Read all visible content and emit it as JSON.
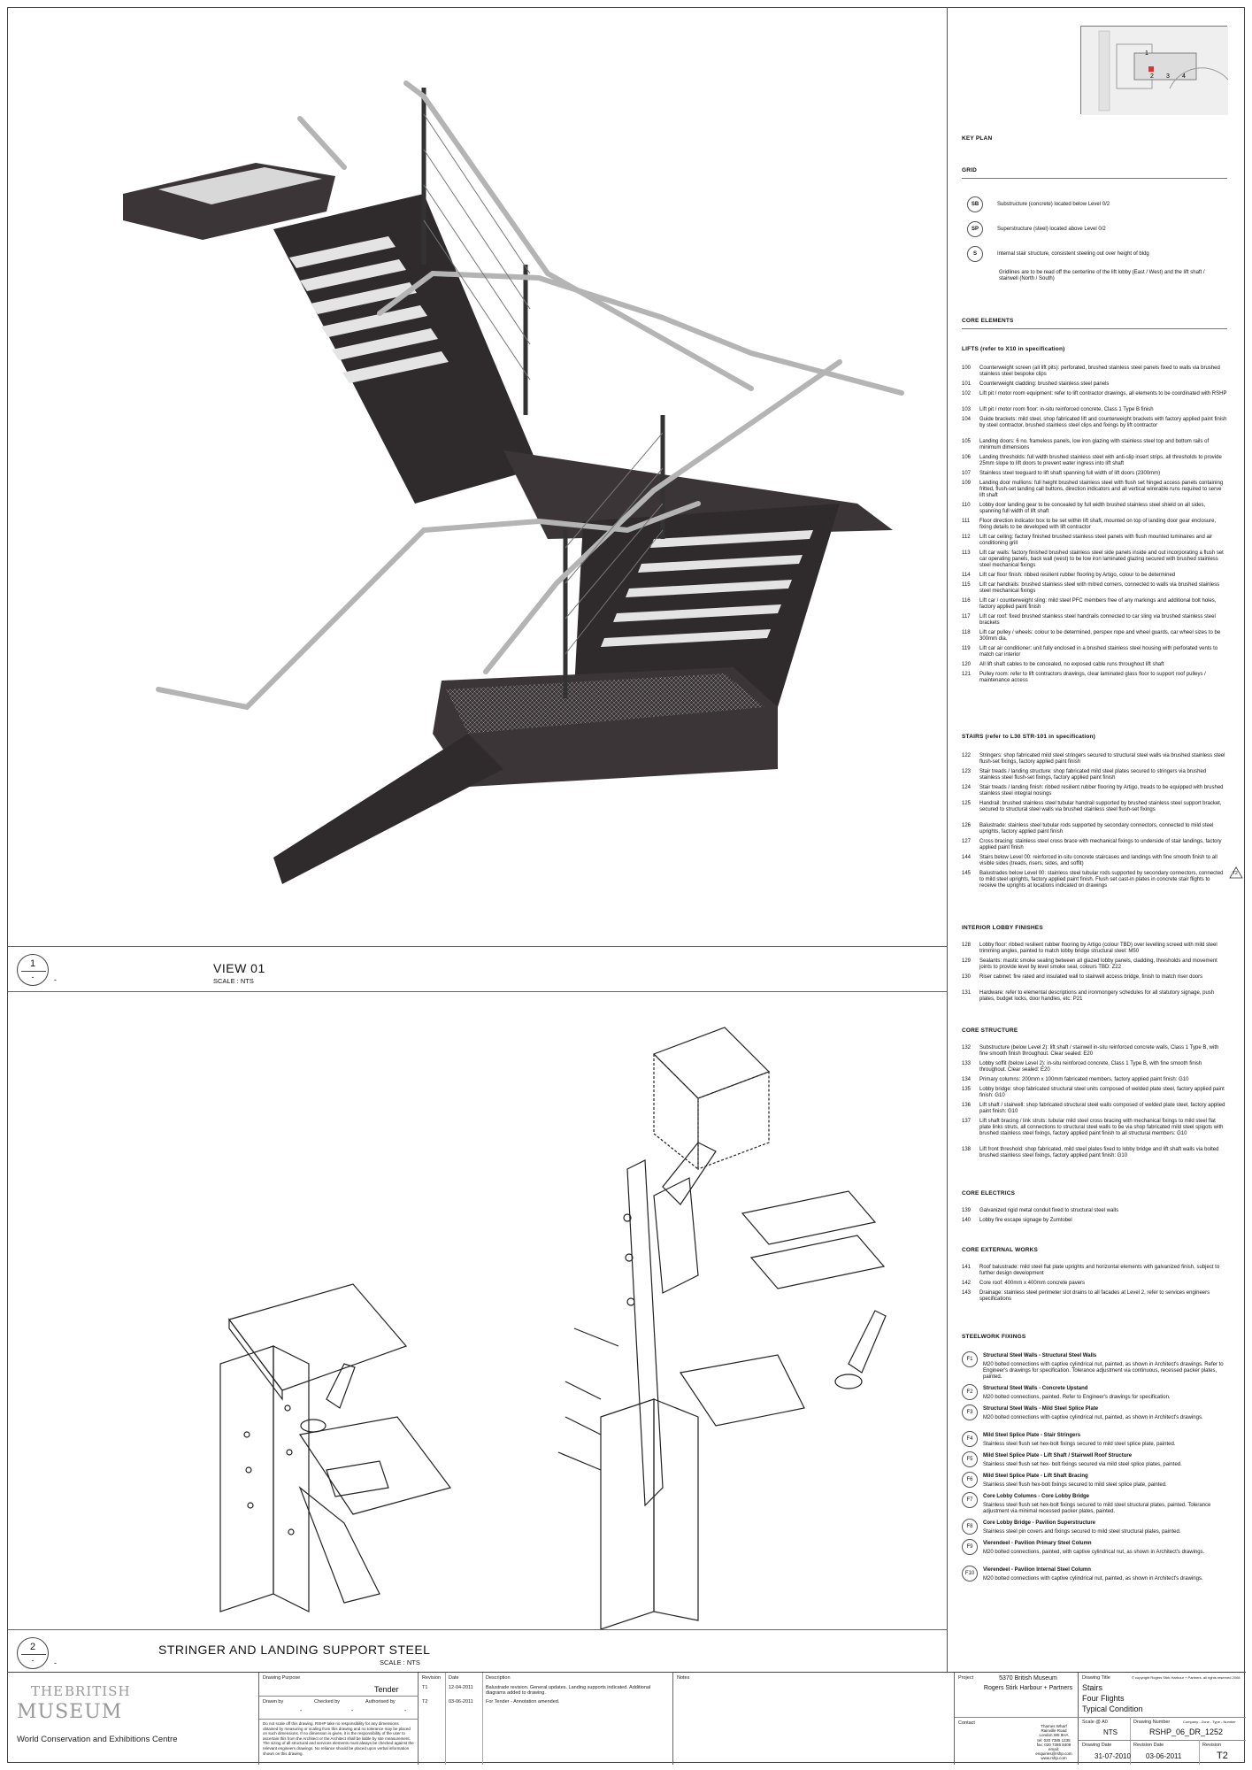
{
  "views": {
    "view1": {
      "number": "1",
      "sub": "-",
      "dash": "-",
      "title": "VIEW 01",
      "scale": "SCALE : NTS"
    },
    "view2": {
      "number": "2",
      "sub": "-",
      "dash": "-",
      "title": "STRINGER AND LANDING SUPPORT STEEL",
      "scale": "SCALE : NTS"
    }
  },
  "keyplan": {
    "heading": "KEY PLAN",
    "markers": [
      "1",
      "2",
      "3",
      "4"
    ]
  },
  "grid": {
    "heading": "GRID",
    "items": [
      {
        "tag": "SB",
        "text": "Substructure (concrete) located below Level 0/2"
      },
      {
        "tag": "SP",
        "text": "Superstructure (steel) located above Level 0/2"
      },
      {
        "tag": "S",
        "text": "Internal stair structure, consistent steeling out over height of bldg"
      }
    ],
    "note": "Gridlines are to be read off the centerline of the lift lobby (East / West) and the lift shaft / stairwell (North / South)"
  },
  "core_elements": {
    "heading": "CORE ELEMENTS"
  },
  "lifts": {
    "heading": "LIFTS  (refer to X10 in specification)",
    "items": [
      {
        "code": "100",
        "text": "Counterweight screen (all lift pits): perforated, brushed stainless steel panels fixed to walls via brushed stainless steel bespoke clips"
      },
      {
        "code": "101",
        "text": "Counterweight cladding: brushed stainless steel panels"
      },
      {
        "code": "102",
        "text": "Lift pit / motor room equipment: refer to lift contractor drawings, all elements to be coordinated with RSHP"
      },
      {
        "code": "103",
        "text": "Lift pit / motor room floor: in-situ reinforced concrete, Class 1 Type B finish"
      },
      {
        "code": "104",
        "text": "Guide brackets: mild steel, shop fabricated lift and counterweight brackets with factory applied paint finish by steel contractor, brushed stainless steel clips and fixings by lift contractor"
      },
      {
        "code": "105",
        "text": "Landing doors: 6 no. frameless panels, low iron glazing with stainless steel top and bottom rails of minimum dimensions"
      },
      {
        "code": "106",
        "text": "Landing thresholds: full width brushed stainless steel with anti-slip insert strips, all thresholds to provide 25mm slope to lift doors to prevent water ingress into lift shaft"
      },
      {
        "code": "107",
        "text": "Stainless steel toeguard to lift shaft spanning full width of lift doors (2300mm)"
      },
      {
        "code": "109",
        "text": "Landing door mullions: full height brushed stainless steel with flush set hinged access panels containing fritted, flush-set landing call buttons, direction indicators and all vertical wirerable runs required to serve lift shaft"
      },
      {
        "code": "110",
        "text": "Lobby door landing gear to be concealed by full width brushed stainless steel shield on all sides, spanning full width of lift shaft"
      },
      {
        "code": "111",
        "text": "Floor direction indicator box to be set within lift shaft, mounted on top of landing door gear enclosure, fixing details to be developed with lift contractor"
      },
      {
        "code": "112",
        "text": "Lift car ceiling: factory finished brushed stainless steel panels with flush mounted luminaires and air conditioning grill"
      },
      {
        "code": "113",
        "text": "Lift car walls: factory finished brushed stainless steel side panels inside and out incorporating a flush set car operating panels, back wall (west) to be low iron laminated glazing secured with brushed stainless steel mechanical fixings"
      },
      {
        "code": "114",
        "text": "Lift car floor finish: ribbed resilient rubber flooring by Artigo, colour to be determined"
      },
      {
        "code": "115",
        "text": "Lift car handrails: brushed stainless steel with mitred corners, connected to walls via brushed stainless steel mechanical fixings"
      },
      {
        "code": "116",
        "text": "Lift car / counterweight sling: mild steel PFC members free of any markings and additional bolt holes, factory applied paint finish"
      },
      {
        "code": "117",
        "text": "Lift car roof: fixed brushed stainless steel handrails connected to car sling via brushed stainless steel brackets"
      },
      {
        "code": "118",
        "text": "Lift car pulley / wheels: colour to be determined, perspex rope and wheel guards, car wheel sizes to be 300mm dia."
      },
      {
        "code": "119",
        "text": "Lift car air conditioner: unit fully enclosed in a brushed stainless steel housing with perforated vents to match car interior"
      },
      {
        "code": "120",
        "text": "All lift shaft cables to be concealed, no exposed cable runs throughout lift shaft"
      },
      {
        "code": "121",
        "text": "Pulley room: refer to lift contractors drawings, clear laminated glass floor to support roof pulleys / maintenance access"
      }
    ]
  },
  "stairs": {
    "heading": "STAIRS  (refer to L30 STR-101 in specification)",
    "items": [
      {
        "code": "122",
        "text": "Stringers: shop fabricated mild steel stringers secured to structural steel walls via brushed stainless steel flush-set fixings, factory applied paint finish"
      },
      {
        "code": "123",
        "text": "Stair treads / landing structure: shop fabricated mild steel plates secured to stringers via brushed stainless steel flush-set fixings, factory applied paint finish"
      },
      {
        "code": "124",
        "text": "Stair treads / landing finish: ribbed resilient rubber flooring by Artigo, treads to be equipped with brushed stainless steel integral nosings"
      },
      {
        "code": "125",
        "text": "Handrail: brushed stainless steel tubular handrail supported by brushed stainless steel support bracket, secured to structural steel walls via brushed stainless steel flush-set fixings"
      },
      {
        "code": "126",
        "text": "Balustrade: stainless steel tubular rods supported by secondary connectors, connected to mild steel uprights, factory applied paint finish"
      },
      {
        "code": "127",
        "text": "Cross bracing: stainless steel cross brace with mechanical fixings to underside of stair landings, factory applied paint finish"
      },
      {
        "code": "144",
        "text": "Stairs below Level 00: reinforced in-situ concrete staircases and landings with fine smooth finish to all visible sides (treads, risers, sides, and soffit)"
      },
      {
        "code": "145",
        "text": "Balustrades below Level 00: stainless steel tubular rods supported by secondary connectors, connected to mild steel uprights, factory applied paint finish. Flush set cast-in plates in concrete stair flights to receive the uprights at locations indicated on drawings"
      }
    ],
    "rev_marker": "T2"
  },
  "lobby": {
    "heading": "INTERIOR LOBBY FINISHES",
    "items": [
      {
        "code": "128",
        "text": "Lobby floor: ribbed resilient rubber flooring by Artigo (colour TBD) over levelling screed with mild steel trimming angles, painted to match lobby bridge structural steel: M50"
      },
      {
        "code": "129",
        "text": "Sealants: mastic smoke sealing between all glazed lobby panels, cladding, thresholds and movement joints to provide level by level smoke seal, colours TBD: Z22"
      },
      {
        "code": "130",
        "text": "Riser cabinet: fire rated and insulated wall to stairwell access bridge, finish to match riser doors"
      },
      {
        "code": "131",
        "text": "Hardware: refer to elemental descriptions and ironmongery schedules for all statutory signage, push plates, budget locks, door handles, etc: P21"
      }
    ]
  },
  "core_structure": {
    "heading": "CORE STRUCTURE",
    "items": [
      {
        "code": "132",
        "text": "Substructure (below Level 2): lift shaft / stairwell in-situ reinforced concrete walls, Class 1 Type B, with fine smooth finish throughout. Clear sealed: E20"
      },
      {
        "code": "133",
        "text": "Lobby soffit (below Level 2): in-situ reinforced concrete, Class 1 Type B, with fine smooth finish throughout. Clear sealed: E20"
      },
      {
        "code": "134",
        "text": "Primary columns: 200mm x 100mm fabricated members, factory applied paint finish: G10"
      },
      {
        "code": "135",
        "text": "Lobby bridge: shop fabricated structural steel units composed of welded plate steel, factory applied paint finish: G10"
      },
      {
        "code": "136",
        "text": "Lift shaft / stairwell: shop fabricated structural steel walls composed of welded plate steel, factory applied paint finish: G10"
      },
      {
        "code": "137",
        "text": "Lift shaft bracing / link struts: tubular mild steel cross bracing with mechanical fixings to mild steel flat plate links struts, all connections to structural steel walls to be via shop fabricated mild steel spigots with brushed stainless steel fixings, factory applied paint finish to all structural members: G10"
      },
      {
        "code": "138",
        "text": "Lift front threshold: shop fabricated, mild steel plates fixed to lobby bridge and lift shaft walls via bolted brushed stainless steel fixings, factory applied paint finish: G10"
      }
    ]
  },
  "core_electrics": {
    "heading": "CORE ELECTRICS",
    "items": [
      {
        "code": "139",
        "text": "Galvanized rigid metal conduit fixed to structural steel walls"
      },
      {
        "code": "140",
        "text": "Lobby fire escape signage by Zumtobel"
      }
    ]
  },
  "core_external": {
    "heading": "CORE EXTERNAL WORKS",
    "items": [
      {
        "code": "141",
        "text": "Roof balustrade: mild steel flat plate uprights and horizontal elements with galvanized finish, subject to further design development"
      },
      {
        "code": "142",
        "text": "Core roof: 400mm x 400mm concrete pavers"
      },
      {
        "code": "143",
        "text": "Drainage: stainless steel perimeter slot drains to all facades at Level 2, refer to services engineers specifications"
      }
    ]
  },
  "steelwork": {
    "heading": "STEELWORK FIXINGS",
    "items": [
      {
        "tag": "F1",
        "title": "Structural Steel Walls - Structural Steel Walls",
        "text": "M20 bolted connections with captive cylindrical nut, painted, as shown in Architect's drawings. Refer to Engineer's drawings for specification. Tolerance adjustment via continuous, recessed packer plates, painted."
      },
      {
        "tag": "F2",
        "title": "Structural Steel Walls - Concrete Upstand",
        "text": "M20 bolted connections, painted. Refer to Engineer's drawings for specification."
      },
      {
        "tag": "F3",
        "title": "Structural Steel Walls - Mild Steel Splice Plate",
        "text": "M20 bolted connections with captive cylindrical nut, painted, as shown in Architect's drawings."
      },
      {
        "tag": "F4",
        "title": "Mild Steel Splice Plate - Stair Stringers",
        "text": "Stainless steel flush set hex-bolt fixings secured to mild steel splice plate, painted."
      },
      {
        "tag": "F5",
        "title": "Mild Steel Splice Plate - Lift Shaft / Stairwell Roof Structure",
        "text": "Stainless steel flush set hex- bolt fixings secured via mild steel splice plates, painted."
      },
      {
        "tag": "F6",
        "title": "Mild Steel Splice Plate - Lift Shaft Bracing",
        "text": "Stainless steel flush hex-bolt fixings secured to mild steel splice plate, painted."
      },
      {
        "tag": "F7",
        "title": "Core Lobby Columns - Core Lobby Bridge",
        "text": "Stainless steel flush set hex-bolt fixings secured to mild steel structural plates, painted. Tolerance adjustment via minimal recessed packer plates, painted."
      },
      {
        "tag": "F8",
        "title": "Core Lobby Bridge - Pavilion Superstructure",
        "text": "Stainless steel pin covers and fixings secured to mild steel structural plates, painted."
      },
      {
        "tag": "F9",
        "title": "Vierendeel - Pavilion Primary Steel Column",
        "text": "M20 bolted connections, painted, with captive cylindrical nut, as shown in Architect's drawings."
      },
      {
        "tag": "F10",
        "title": "Vierendeel - Pavilion Internal Steel Column",
        "text": "M20 bolted connections with captive cylindrical nut, painted, as shown in Architect's drawings."
      }
    ]
  },
  "titleblock": {
    "logo": {
      "the": "THE",
      "british": "BRITISH",
      "museum": "MUSEUM",
      "subtitle": "World Conservation and Exhibitions Centre"
    },
    "drawing_purpose_label": "Drawing Purpose",
    "drawing_purpose": "Tender",
    "drawn_by_label": "Drawn by",
    "checked_by_label": "Checked by",
    "authorised_by_label": "Authorised by",
    "drawn_by": "-",
    "checked_by": "-",
    "authorised_by": "-",
    "disclaimer": "Do not scale off this drawing. RSHP take no responsibility for any dimensions obtained by measuring or scaling from this drawing and no tolerance may be placed on such dimensions. If no dimension is given, it is the responsibility of the user to ascertain this from the Architect or the Architect shall be liable by site measurement. The sizing of all structural and services elements must always be checked against the relevant engineers drawings. No reliance should be placed upon verbal information shown on this drawing.",
    "revision_headers": {
      "revision": "Revision",
      "date": "Date",
      "description": "Description"
    },
    "revisions": [
      {
        "rev": "T1",
        "date": "12-04-2011",
        "desc": "Balustrade revision. General updates. Landing supports indicated. Additional diagrams added to drawing."
      },
      {
        "rev": "T2",
        "date": "03-06-2011",
        "desc": "For Tender - Annotation amended."
      }
    ],
    "notes_label": "Notes",
    "project_label": "Project",
    "project_lines": [
      "5370 British Museum",
      "Rogers Stirk Harbour + Partners"
    ],
    "contact_label": "Contact",
    "contact_lines": [
      "Thames Wharf",
      "Rainville Road",
      "London W6 9HA",
      "tel: 020 7385 1235",
      "fax: 020 7385 8409",
      "email: enquiries@rshp.com",
      "www.rshp.com"
    ],
    "drawing_title_label": "Drawing Title",
    "copyright": "© copyright  Rogers Stirk Harbour + Partners, all rights reserved 2008",
    "drawing_title": [
      "Stairs",
      "Four Flights",
      "Typical Condition"
    ],
    "scale_label": "Scale @ A0",
    "scale": "NTS",
    "drawing_number_label": "Drawing Number",
    "drawing_number_fields": "Company - Zone - Type - Number",
    "drawing_number": "RSHP_06_DR_1252",
    "drawing_date_label": "Drawing Date",
    "drawing_date": "31-07-2010",
    "revision_date_label": "Revision Date",
    "revision_date": "03-06-2011",
    "revision_label": "Revision",
    "revision": "T2"
  }
}
